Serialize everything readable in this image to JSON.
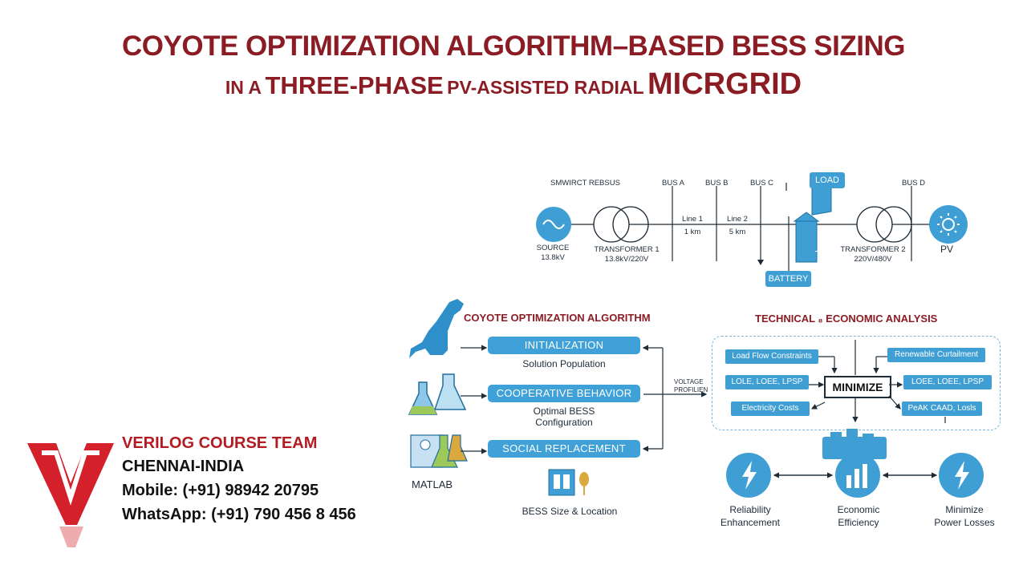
{
  "title": {
    "line1": "COYOTE OPTIMIZATION ALGORITHM–BASED BESS SIZING",
    "line2_a": "IN A",
    "line2_b": "THREE-PHASE",
    "line2_c": "PV-ASSISTED RADIAL",
    "line2_d": "MICRGRID"
  },
  "circuit": {
    "smart_bus_label": "SMWIRCT REBSUS",
    "bus_a": "BUS A",
    "bus_b": "BUS B",
    "bus_c": "BUS C",
    "bus_d": "BUS D",
    "load": "LOAD",
    "battery": "BATTERY",
    "source": "SOURCE",
    "source_v": "13.8kV",
    "transformer1": "TRANSFORMER 1",
    "transformer1_v": "13.8kV/220V",
    "transformer2": "TRANSFORMER 2",
    "transformer2_v": "220V/480V",
    "line1": "Line 1",
    "line1_len": "1 km",
    "line2": "Line 2",
    "line2_len": "5 km",
    "pv": "PV"
  },
  "coa": {
    "heading": "COYOTE OPTIMIZATION ALGORITHM",
    "step1": "INITIALIZATION",
    "step1_sub": "Solution Population",
    "step2": "COOPERATIVE BEHAVIOR",
    "step2_sub1": "Optimal BESS",
    "step2_sub2": "Configuration",
    "step3": "SOCIAL REPLACEMENT",
    "step3_sub": "BESS Size & Location",
    "matlab": "MATLAB",
    "voltage1": "VOLTAGE",
    "voltage2": "PROFILIEN"
  },
  "analysis": {
    "heading": "TECHNICAL ₈ ECONOMIC ANALYSIS",
    "load_flow": "Load Flow Constraints",
    "lole_left": "LOLE, LOEE, LPSP",
    "electricity": "Electricity Costs",
    "minimize": "MINIMIZE",
    "renewable": "Renewable Curtailment",
    "lole_right": "LOEE, LOEE, LPSP",
    "peak": "PeAK CAAD, Losls"
  },
  "outcomes": {
    "reliability1": "Reliability",
    "reliability2": "Enhancement",
    "economic1": "Economic",
    "economic2": "Efficiency",
    "minimize1": "Minimize",
    "minimize2": "Power Losses"
  },
  "contact": {
    "team": "VERILOG COURSE TEAM",
    "city": "CHENNAI-INDIA",
    "mobile": "Mobile: (+91) 98942 20795",
    "whatsapp": "WhatsApp: (+91) 790 456 8 456"
  },
  "colors": {
    "title": "#8b1c24",
    "accent_blue": "#3f9fd4",
    "logo_red": "#d4202a"
  }
}
